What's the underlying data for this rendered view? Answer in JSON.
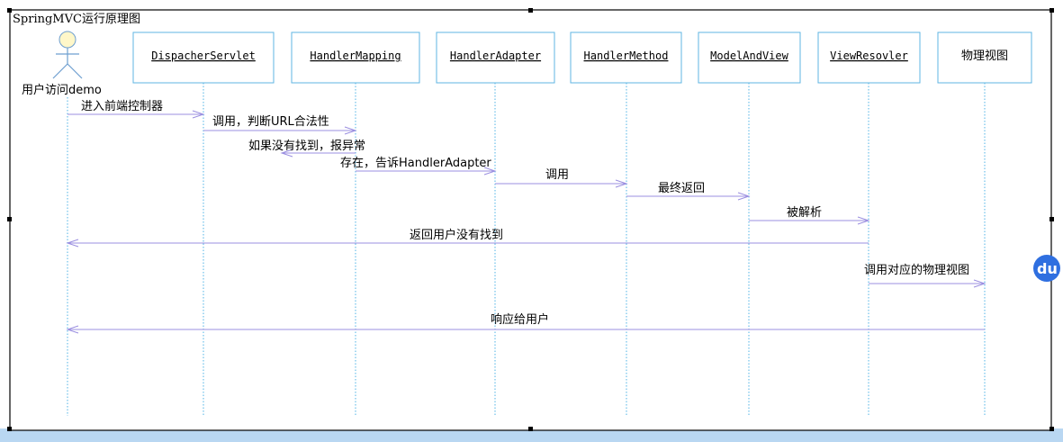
{
  "diagram": {
    "title": "SpringMVC运行原理图",
    "actor": {
      "label": "用户访问demo"
    },
    "lanes": [
      {
        "id": "actor",
        "label": ""
      },
      {
        "id": "dispatcher",
        "label": "DispacherServlet",
        "underline": true
      },
      {
        "id": "mapping",
        "label": "HandlerMapping",
        "underline": true
      },
      {
        "id": "adapter",
        "label": "HandlerAdapter",
        "underline": true
      },
      {
        "id": "method",
        "label": "HandlerMethod",
        "underline": true
      },
      {
        "id": "mav",
        "label": "ModelAndView",
        "underline": true
      },
      {
        "id": "resolver",
        "label": "ViewResovler",
        "underline": true
      },
      {
        "id": "view",
        "label": "物理视图",
        "underline": false
      }
    ],
    "messages": [
      {
        "from": "actor",
        "to": "dispatcher",
        "label": "进入前端控制器"
      },
      {
        "from": "dispatcher",
        "to": "mapping",
        "label": "调用，判断URL合法性"
      },
      {
        "from": "mapping",
        "to": "mapping",
        "label": "如果没有找到，报异常",
        "kind": "return-left"
      },
      {
        "from": "mapping",
        "to": "adapter",
        "label": "存在，告诉HandlerAdapter"
      },
      {
        "from": "adapter",
        "to": "method",
        "label": "调用"
      },
      {
        "from": "method",
        "to": "mav",
        "label": "最终返回"
      },
      {
        "from": "mav",
        "to": "resolver",
        "label": "被解析"
      },
      {
        "from": "resolver",
        "to": "actor",
        "label": "返回用户没有找到"
      },
      {
        "from": "resolver",
        "to": "view",
        "label": "调用对应的物理视图"
      },
      {
        "from": "view",
        "to": "actor",
        "label": "响应给用户"
      }
    ]
  },
  "colors": {
    "lifeline": "#4fb3e6",
    "lane_border": "#5fb6e3",
    "arrow": "#9b8fe0",
    "actor_head": "#fff7c9",
    "actor_outline": "#6e9fd0",
    "bottom_bar": "#b9d7f2",
    "badge": "#2f6fe0"
  },
  "badge": {
    "text": "du",
    "icon": "du-badge-icon"
  }
}
